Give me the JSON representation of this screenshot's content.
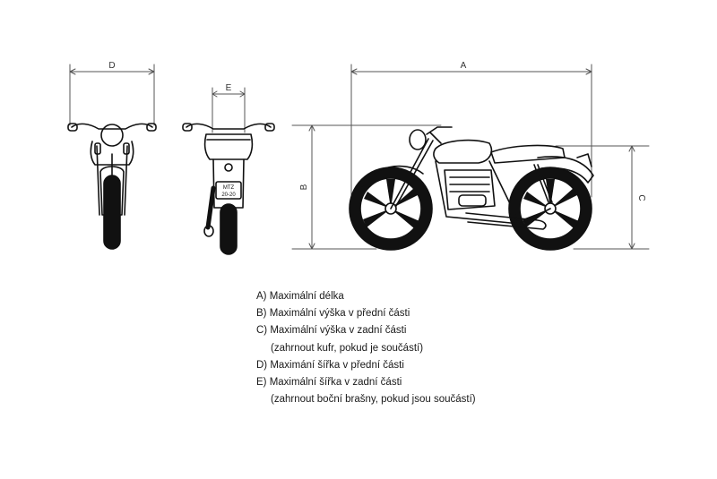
{
  "dimension_labels": {
    "a": "A",
    "b": "B",
    "c": "C",
    "d": "D",
    "e": "E"
  },
  "license_plate": {
    "line1": "MTZ",
    "line2": "20-20"
  },
  "legend": {
    "a": "A) Maximální délka",
    "b": "B) Maximální výška v přední části",
    "c": "C) Maximální výška v zadní části",
    "c_note": "(zahrnout kufr, pokud je součástí)",
    "d": "D) Maximání šířka v přední části",
    "e": "E) Maximální šířka v zadní části",
    "e_note": "(zahrnout boční brašny, pokud jsou součástí)"
  }
}
